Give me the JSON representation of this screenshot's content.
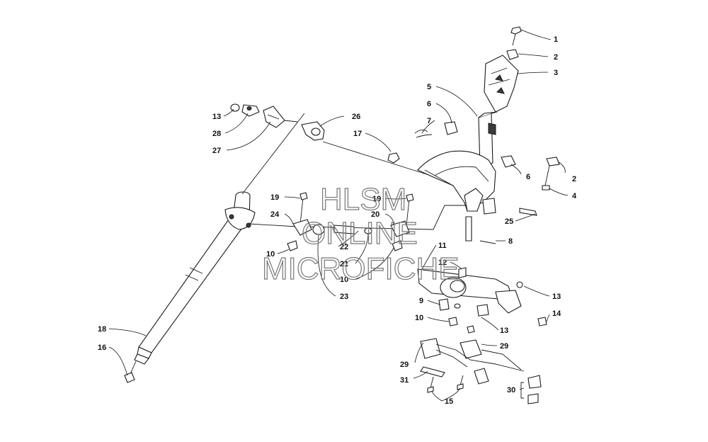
{
  "watermark": {
    "line1": "HLSM",
    "line2": "ONLINE",
    "line3": "MICROFICHE"
  },
  "callouts": [
    {
      "id": "c1",
      "label": "1"
    },
    {
      "id": "c2a",
      "label": "2"
    },
    {
      "id": "c3",
      "label": "3"
    },
    {
      "id": "c5",
      "label": "5"
    },
    {
      "id": "c6a",
      "label": "6"
    },
    {
      "id": "c7",
      "label": "7"
    },
    {
      "id": "c2b",
      "label": "2"
    },
    {
      "id": "c6b",
      "label": "6"
    },
    {
      "id": "c4",
      "label": "4"
    },
    {
      "id": "c13a",
      "label": "13"
    },
    {
      "id": "c28",
      "label": "28"
    },
    {
      "id": "c27",
      "label": "27"
    },
    {
      "id": "c26",
      "label": "26"
    },
    {
      "id": "c17",
      "label": "17"
    },
    {
      "id": "c19a",
      "label": "19"
    },
    {
      "id": "c24",
      "label": "24"
    },
    {
      "id": "c10a",
      "label": "10"
    },
    {
      "id": "c19b",
      "label": "19"
    },
    {
      "id": "c20",
      "label": "20"
    },
    {
      "id": "c22",
      "label": "22"
    },
    {
      "id": "c21",
      "label": "21"
    },
    {
      "id": "c10b",
      "label": "10"
    },
    {
      "id": "c23",
      "label": "23"
    },
    {
      "id": "c25",
      "label": "25"
    },
    {
      "id": "c8",
      "label": "8"
    },
    {
      "id": "c11",
      "label": "11"
    },
    {
      "id": "c12",
      "label": "12"
    },
    {
      "id": "c13b",
      "label": "13"
    },
    {
      "id": "c14",
      "label": "14"
    },
    {
      "id": "c9",
      "label": "9"
    },
    {
      "id": "c10c",
      "label": "10"
    },
    {
      "id": "c13c",
      "label": "13"
    },
    {
      "id": "c29a",
      "label": "29"
    },
    {
      "id": "c29b",
      "label": "29"
    },
    {
      "id": "c31",
      "label": "31"
    },
    {
      "id": "c15",
      "label": "15"
    },
    {
      "id": "c30",
      "label": "30"
    },
    {
      "id": "c18",
      "label": "18"
    },
    {
      "id": "c16",
      "label": "16"
    }
  ]
}
